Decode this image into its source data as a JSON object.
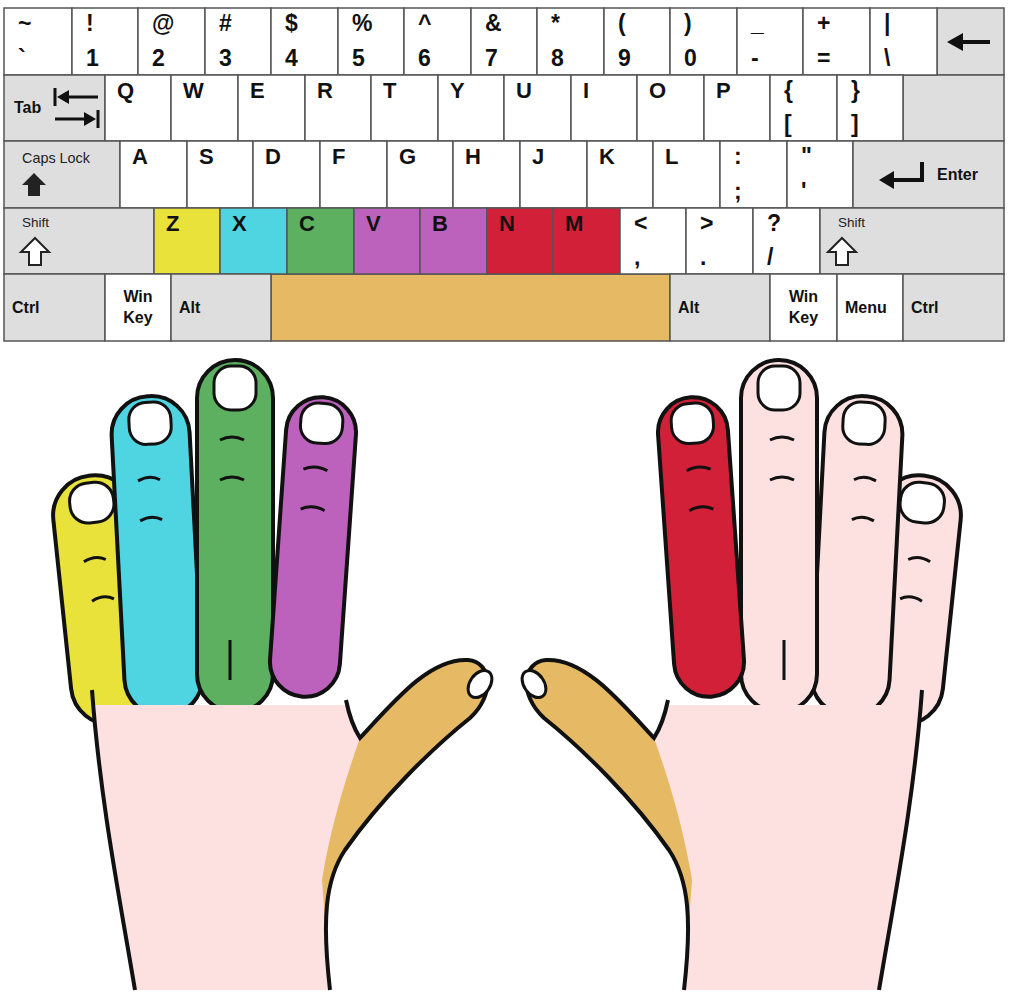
{
  "diagram": {
    "nodes": [
      {
        "text": [
          "~",
          "`"
        ]
      },
      {
        "text": [
          "!",
          "1"
        ]
      },
      {
        "text": [
          "@",
          "2"
        ]
      },
      {
        "text": [
          "#",
          "3"
        ]
      },
      {
        "text": [
          "$",
          "4"
        ]
      },
      {
        "text": [
          "%",
          "5"
        ]
      },
      {
        "text": [
          "^",
          "6"
        ]
      },
      {
        "text": [
          "&",
          "7"
        ]
      },
      {
        "text": [
          "*",
          "8"
        ]
      },
      {
        "text": [
          "(",
          "9"
        ]
      },
      {
        "text": [
          ")",
          "0"
        ]
      },
      {
        "text": [
          "_",
          "-"
        ]
      },
      {
        "text": [
          "+",
          "="
        ]
      },
      {
        "text": [
          "|",
          "\\"
        ]
      },
      {
        "text": [
          "Tab"
        ]
      },
      {
        "text": [
          "Q"
        ]
      },
      {
        "text": [
          "W"
        ]
      },
      {
        "text": [
          "E"
        ]
      },
      {
        "text": [
          "R"
        ]
      },
      {
        "text": [
          "T"
        ]
      },
      {
        "text": [
          "Y"
        ]
      },
      {
        "text": [
          "U"
        ]
      },
      {
        "text": [
          "I"
        ]
      },
      {
        "text": [
          "O"
        ]
      },
      {
        "text": [
          "P"
        ]
      },
      {
        "text": [
          "{",
          "["
        ]
      },
      {
        "text": [
          "}",
          "]"
        ]
      },
      {
        "text": [
          "Caps Lock"
        ]
      },
      {
        "text": [
          "A"
        ]
      },
      {
        "text": [
          "S"
        ]
      },
      {
        "text": [
          "D"
        ]
      },
      {
        "text": [
          "F"
        ]
      },
      {
        "text": [
          "G"
        ]
      },
      {
        "text": [
          "H"
        ]
      },
      {
        "text": [
          "J"
        ]
      },
      {
        "text": [
          "K"
        ]
      },
      {
        "text": [
          "L"
        ]
      },
      {
        "text": [
          ":",
          ";"
        ]
      },
      {
        "text": [
          "\"",
          "'"
        ]
      },
      {
        "text": [
          "Enter"
        ]
      },
      {
        "text": [
          "Shift"
        ]
      },
      {
        "text": [
          "Z"
        ]
      },
      {
        "text": [
          "X"
        ]
      },
      {
        "text": [
          "C"
        ]
      },
      {
        "text": [
          "V"
        ]
      },
      {
        "text": [
          "B"
        ]
      },
      {
        "text": [
          "N"
        ]
      },
      {
        "text": [
          "M"
        ]
      },
      {
        "text": [
          "<",
          ","
        ]
      },
      {
        "text": [
          ">",
          "."
        ]
      },
      {
        "text": [
          "?",
          "/"
        ]
      },
      {
        "text": [
          "Shift"
        ]
      },
      {
        "text": [
          "Ctrl"
        ]
      },
      {
        "text": [
          "Win Key"
        ]
      },
      {
        "text": [
          "Alt"
        ]
      },
      {
        "text": [
          "Alt"
        ]
      },
      {
        "text": [
          "Win Key"
        ]
      },
      {
        "text": [
          "Menu"
        ]
      },
      {
        "text": [
          "Ctrl"
        ]
      }
    ]
  }
}
